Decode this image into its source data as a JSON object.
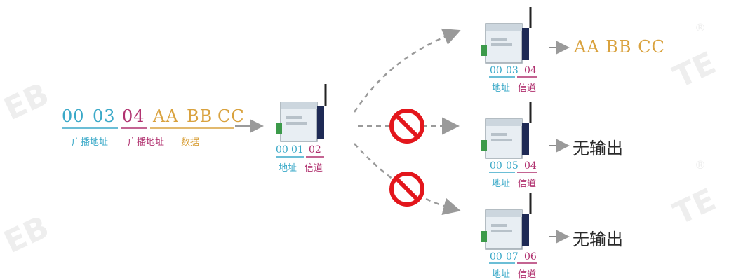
{
  "source": {
    "bytes": [
      "00",
      "03",
      "04",
      "AA",
      "BB",
      "CC"
    ],
    "labels": [
      "广播地址",
      "广播地址",
      "数据"
    ]
  },
  "transmitter": {
    "values": [
      "00",
      "01",
      "02"
    ],
    "labels": [
      "地址",
      "信道"
    ]
  },
  "receivers": [
    {
      "values": [
        "00",
        "03",
        "04"
      ],
      "labels": [
        "地址",
        "信道"
      ],
      "output": "AA  BB  CC"
    },
    {
      "values": [
        "00",
        "05",
        "04"
      ],
      "labels": [
        "地址",
        "信道"
      ],
      "output": "无输出"
    },
    {
      "values": [
        "00",
        "07",
        "06"
      ],
      "labels": [
        "地址",
        "信道"
      ],
      "output": "无输出"
    }
  ],
  "watermarks": {
    "left_top": "EB",
    "left_bottom": "EB",
    "right_top": "TE",
    "right_bottom": "TE",
    "registered": "®"
  },
  "colors": {
    "teal": "#3aa9c8",
    "magenta": "#b0306e",
    "gold": "#d9a23e",
    "prohibited_red": "#e3161c",
    "arrow_gray": "#9a9a9a"
  }
}
